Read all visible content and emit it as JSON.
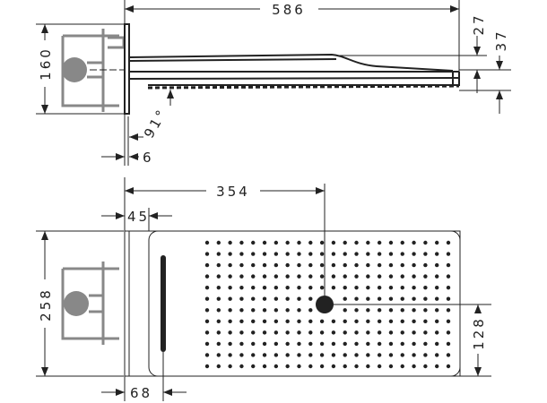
{
  "side_view": {
    "length": "586",
    "height": "160",
    "arm_thickness": "27",
    "head_thickness": "37",
    "angle": "91°",
    "plate_depth": "6"
  },
  "top_view": {
    "center_offset": "354",
    "head_gap": "45",
    "width": "258",
    "half_width": "128",
    "slot_offset": "68"
  },
  "nozzle_grid": {
    "columns": 22,
    "rows": 12
  }
}
